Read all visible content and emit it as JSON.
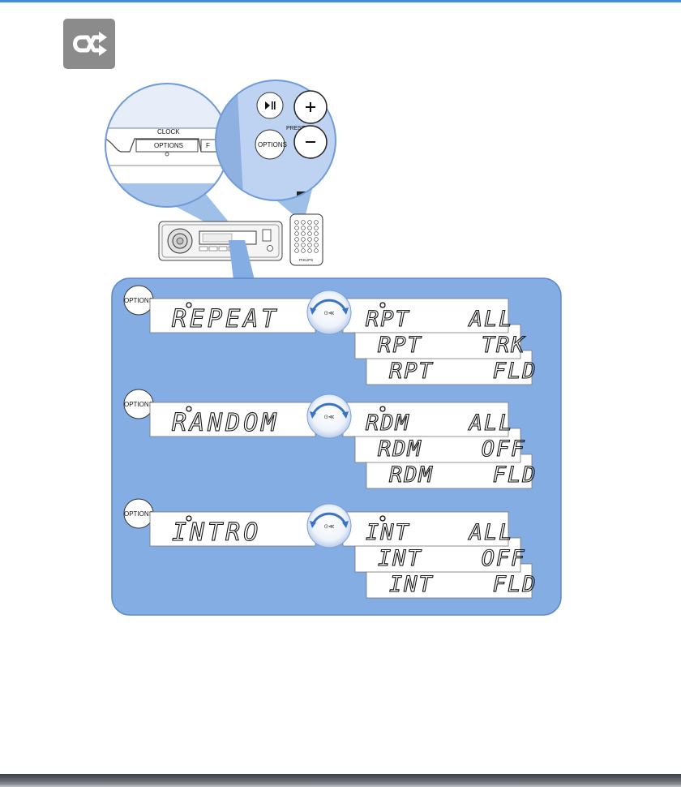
{
  "header": {
    "icon": "shuffle-repeat-icon",
    "accent_color": "#3d8fd6"
  },
  "magnifier_head_unit": {
    "clock_label": "CLOCK",
    "options_label": "OPTIONS",
    "cut_label": "F"
  },
  "magnifier_remote": {
    "preset_label": "PRESET",
    "options_label": "OPTIONS",
    "play_icon": "play-pause-icon",
    "plus_icon": "plus-icon",
    "minus_icon": "minus-icon"
  },
  "remote_brand": "PHILIPS",
  "panel": {
    "background": "#84ade3",
    "rows": [
      {
        "options_label": "OPTIONS",
        "mode": "REPEAT",
        "knob_label": "⊙≪",
        "settings": [
          "RPT    ALL",
          "RPT    TRK",
          "RPT    FLD"
        ]
      },
      {
        "options_label": "OPTIONS",
        "mode": "RANDOM",
        "knob_label": "⊙≪",
        "settings": [
          "RDM    ALL",
          "RDM    OFF",
          "RDM    FLD"
        ]
      },
      {
        "options_label": "OPTIONS",
        "mode": "INTRO",
        "knob_label": "⊙≪",
        "settings": [
          "INT    ALL",
          "INT    OFF",
          "INT    FLD"
        ]
      }
    ]
  }
}
